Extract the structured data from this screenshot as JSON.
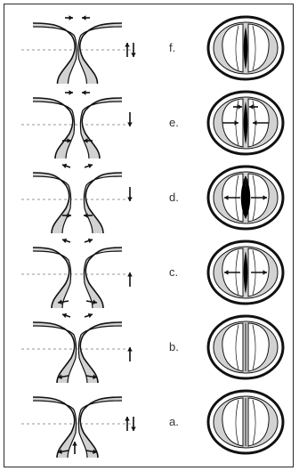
{
  "stages": [
    {
      "label": "f.",
      "fold_gap": "closed",
      "vertical_arrows": "up-down",
      "top_arrows": "inward",
      "bottom_arrows": "none",
      "center_arrow": false,
      "cleft": "thin",
      "cleft_arrows": "none"
    },
    {
      "label": "e.",
      "fold_gap": "near",
      "vertical_arrows": "down",
      "top_arrows": "inward",
      "bottom_arrows": "inward",
      "center_arrow": false,
      "cleft": "thin",
      "cleft_arrows": "inward"
    },
    {
      "label": "d.",
      "fold_gap": "open",
      "vertical_arrows": "down",
      "top_arrows": "outward",
      "bottom_arrows": "inward",
      "center_arrow": false,
      "cleft": "wide",
      "cleft_arrows": "outward"
    },
    {
      "label": "c.",
      "fold_gap": "open",
      "vertical_arrows": "up",
      "top_arrows": "outward",
      "bottom_arrows": "outward",
      "center_arrow": false,
      "cleft": "thin",
      "cleft_arrows": "outward"
    },
    {
      "label": "b.",
      "fold_gap": "touch",
      "vertical_arrows": "up",
      "top_arrows": "outward",
      "bottom_arrows": "outward",
      "center_arrow": false,
      "cleft": "none",
      "cleft_arrows": "none"
    },
    {
      "label": "a.",
      "fold_gap": "touch",
      "vertical_arrows": "up-down",
      "top_arrows": "none",
      "bottom_arrows": "outward",
      "center_arrow": true,
      "cleft": "none",
      "cleft_arrows": "none"
    }
  ],
  "colors": {
    "fold_fill": "#d2d2d2",
    "outline": "#111111",
    "cleft_fill": "#000000",
    "dashed_line": "#9a9a9a",
    "label_text": "#333333"
  }
}
